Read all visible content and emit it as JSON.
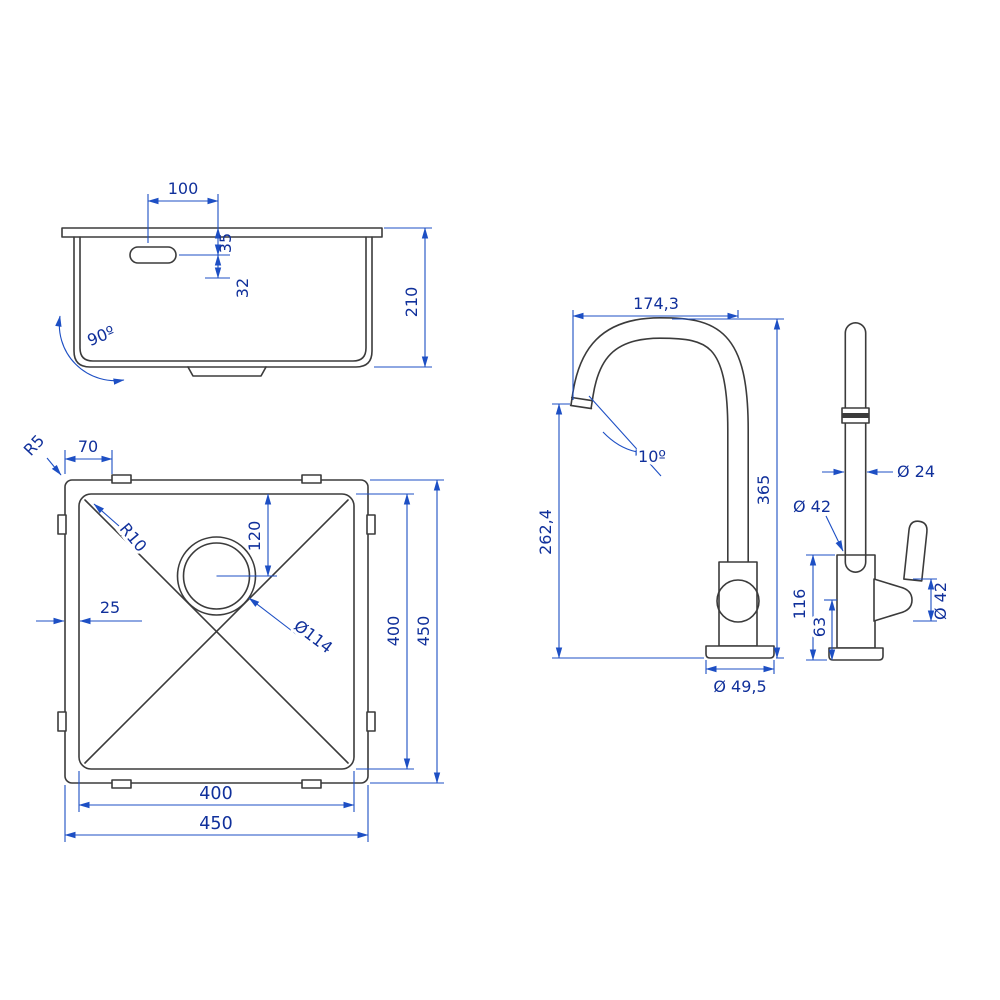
{
  "title": "Sink and mixer tap dimensional drawing",
  "colors": {
    "drawing_line": "#3b3b3b",
    "dimension_line": "#1d4fc4",
    "dimension_text": "#10309b"
  },
  "sink_side_view": {
    "hole_offset_100": "100",
    "depth_35": "35",
    "depth_32": "32",
    "bowl_height_210": "210",
    "corner_angle_90": "90º"
  },
  "sink_top_view": {
    "corner_radius_r5": "R5",
    "edge_offset_70": "70",
    "bowl_radius_r10": "R10",
    "drain_offset_120": "120",
    "flange_25": "25",
    "drain_diameter_d114": "Ø114",
    "bowl_width_400_v": "400",
    "outer_width_450_v": "450",
    "bowl_width_400_h": "400",
    "outer_width_450_h": "450"
  },
  "faucet_side_view": {
    "spout_reach_174": "174,3",
    "spout_angle_10": "10º",
    "total_height_365": "365",
    "spout_height_262": "262,4",
    "base_diameter_d495": "Ø 49,5"
  },
  "faucet_front_view": {
    "spout_diameter_d24": "Ø 24",
    "body_diameter_d42": "Ø 42",
    "body_height_116": "116",
    "handle_height_63": "63",
    "handle_diameter_d42": "Ø 42"
  }
}
